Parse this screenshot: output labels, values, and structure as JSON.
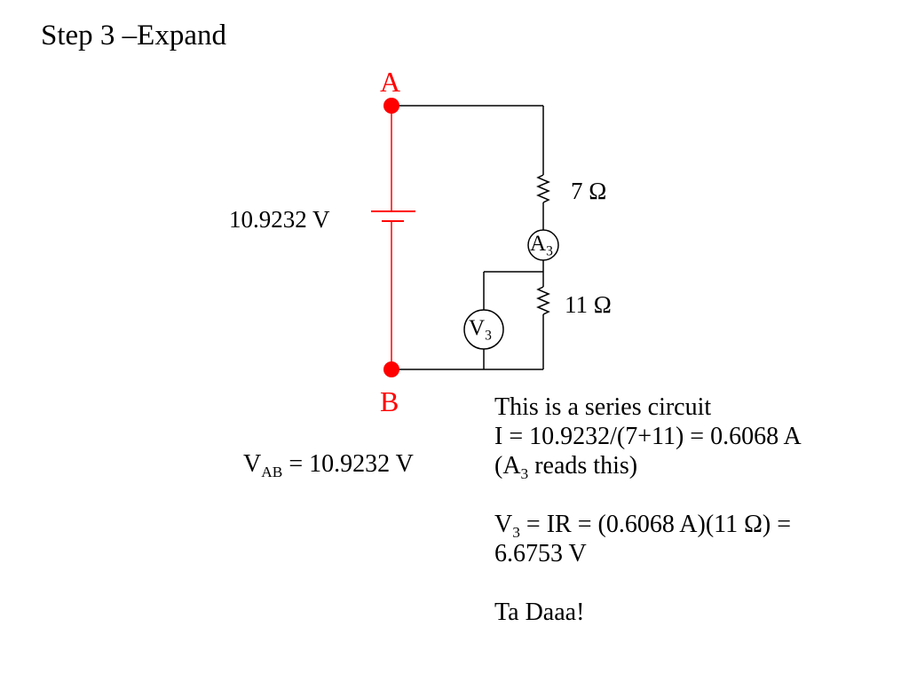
{
  "title": "Step 3 –Expand",
  "colors": {
    "highlight": "#ff0000",
    "wire": "#000000"
  },
  "circuit": {
    "node_top": "A",
    "node_bottom": "B",
    "source_voltage": "10.9232 V",
    "resistor_top": "7 Ω",
    "resistor_bottom": "11 Ω",
    "ammeter": {
      "main": "A",
      "sub": "3"
    },
    "voltmeter": {
      "main": "V",
      "sub": "3"
    }
  },
  "vab": {
    "main": "V",
    "sub": "AB",
    "rest": " = 10.9232 V"
  },
  "notes": {
    "line1": "This is a series circuit",
    "line2": "I = 10.9232/(7+11) = 0.6068 A",
    "line3": {
      "pre": "(A",
      "sub": "3",
      "post": " reads this)"
    },
    "line5": {
      "pre": "V",
      "sub": "3",
      "post": " = IR = (0.6068 A)(11 Ω) ="
    },
    "line6": "6.6753 V",
    "line8": "Ta Daaa!"
  }
}
